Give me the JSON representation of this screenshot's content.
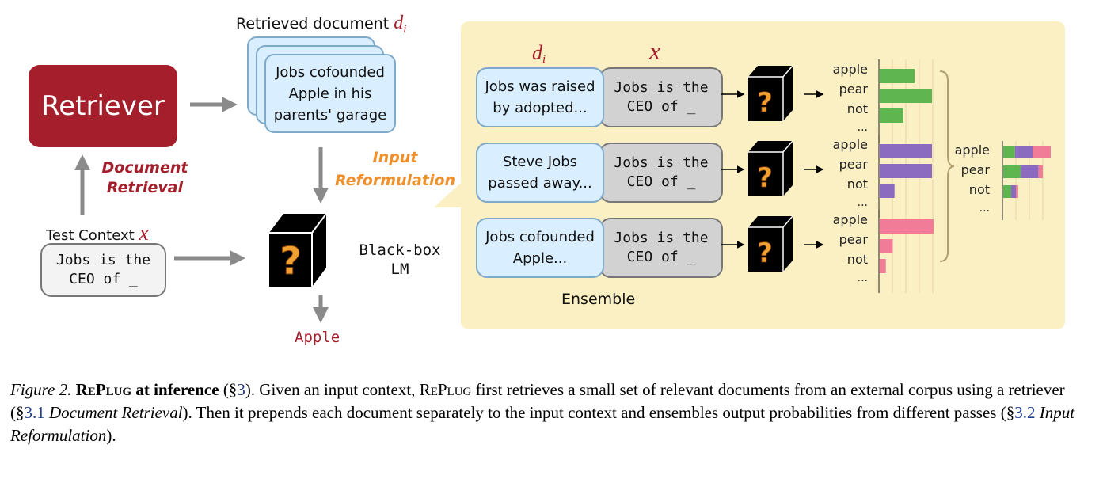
{
  "retriever": {
    "label": "Retriever"
  },
  "retrieved_document": {
    "label": "Retrieved document",
    "symbol": "d",
    "subscript": "i",
    "text": [
      "Jobs cofounded",
      "Apple in his",
      "parents' garage"
    ]
  },
  "document_retrieval_label": [
    "Document",
    "Retrieval"
  ],
  "test_context": {
    "label": "Test Context",
    "symbol": "x",
    "lines": [
      "Jobs is the",
      "CEO of _"
    ]
  },
  "input_reformulation_label": [
    "Input",
    "Reformulation"
  ],
  "blackbox": {
    "label_lines": [
      "Black-box",
      "LM"
    ],
    "glyph": "?",
    "output": "Apple"
  },
  "ensemble": {
    "header_doc_symbol": "d",
    "header_doc_subscript": "i",
    "header_ctx_symbol": "x",
    "label": "Ensemble",
    "context_lines": [
      "Jobs is the",
      "CEO of _"
    ],
    "rows": [
      {
        "doc_lines": [
          "Jobs was raised",
          "by adopted..."
        ],
        "color": "#5fb550",
        "tokens": [
          "apple",
          "pear",
          "not",
          "..."
        ],
        "probs": [
          0.4,
          0.6,
          0.27
        ]
      },
      {
        "doc_lines": [
          "Steve Jobs",
          "passed away..."
        ],
        "color": "#8a6bc0",
        "tokens": [
          "apple",
          "pear",
          "not",
          "..."
        ],
        "probs": [
          0.6,
          0.6,
          0.17
        ]
      },
      {
        "doc_lines": [
          "Jobs cofounded",
          "Apple..."
        ],
        "color": "#f07c98",
        "tokens": [
          "apple",
          "pear",
          "not",
          "..."
        ],
        "probs": [
          0.62,
          0.15,
          0.07
        ]
      }
    ],
    "combined_tokens": [
      "apple",
      "pear",
      "not",
      "..."
    ]
  },
  "caption": {
    "figure_label": "Figure 2.",
    "title_sc": "RePlug",
    "title_rest": " at inference",
    "section_open": " (§",
    "section_ref": "3",
    "sentence1": "). Given an input context, ",
    "name": "RePlug",
    "sentence2": " first retrieves a small set of relevant documents from an external corpus using a retriever (§",
    "ref_31": "3.1",
    "italic_1": "Document Retrieval",
    "sentence3": "). Then it prepends each document separately to the input context and ensembles output probabilities from different passes (§",
    "ref_32": "3.2",
    "italic_2": "Input Reformulation",
    "end": ")."
  }
}
